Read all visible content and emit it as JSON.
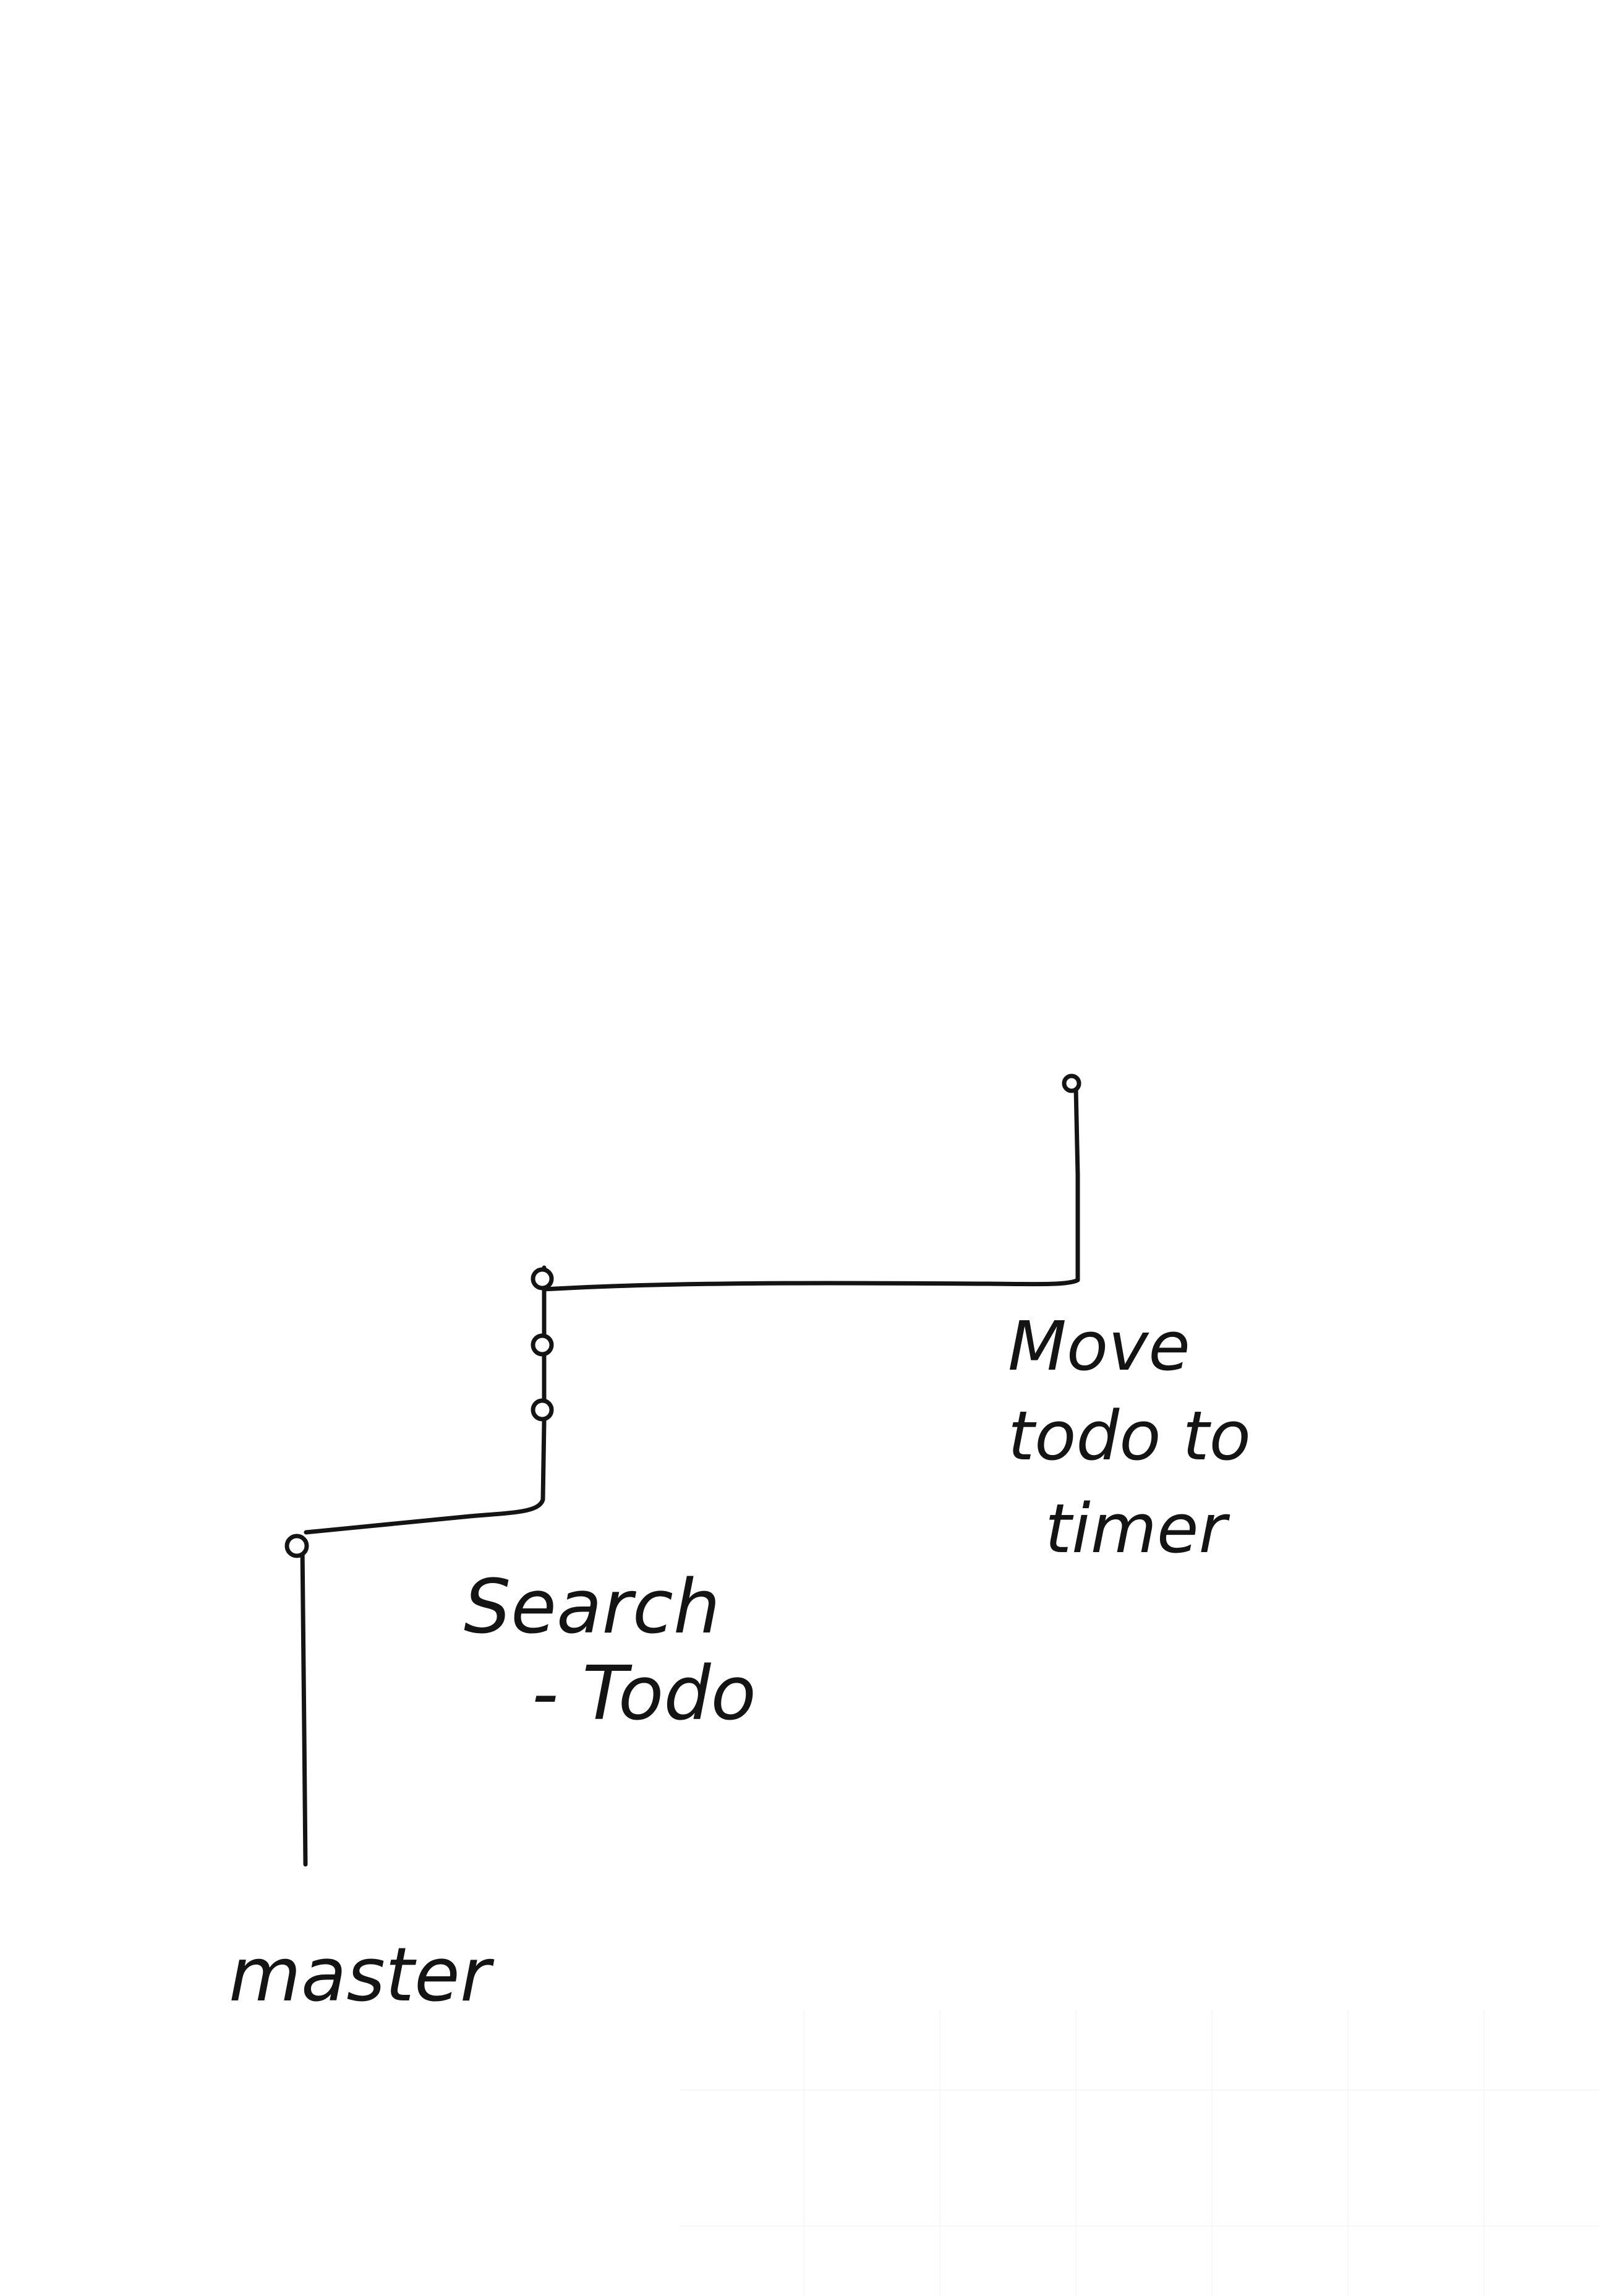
{
  "diagram": {
    "branches": [
      {
        "id": "master",
        "label": "master"
      },
      {
        "id": "search",
        "label_lines": [
          "Search",
          "- Todo"
        ]
      },
      {
        "id": "move",
        "label_lines": [
          "Move",
          "todo to",
          "timer"
        ]
      }
    ],
    "colors": {
      "ink": "#141414",
      "paper": "#ffffff"
    }
  }
}
